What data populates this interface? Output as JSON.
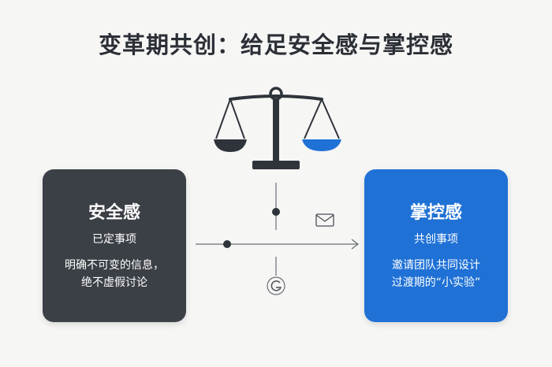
{
  "title": "变革期共创：给足安全感与掌控感",
  "left_card": {
    "heading": "安全感",
    "subheading": "已定事项",
    "desc_line1": "明确不可变的信息，",
    "desc_line2": "绝不虚假讨论"
  },
  "right_card": {
    "heading": "掌控感",
    "subheading": "共创事项",
    "desc_line1": "邀请团队共同设计",
    "desc_line2": "过渡期的“小实验”"
  },
  "colors": {
    "dark": "#3b3f46",
    "blue": "#1f71d6",
    "title": "#2b2f36"
  },
  "icons": [
    "balance-scale-icon",
    "mail-icon",
    "refresh-icon",
    "arrow-right-icon"
  ]
}
